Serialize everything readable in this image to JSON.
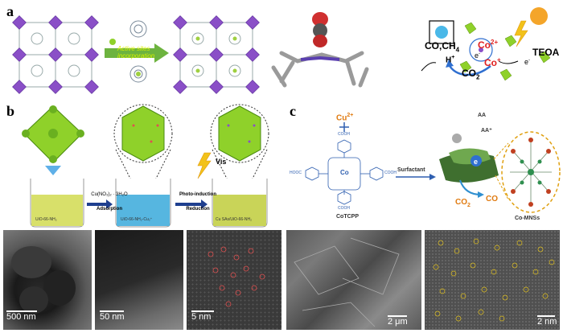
{
  "panel_labels": {
    "a": "a",
    "b": "b",
    "c": "c"
  },
  "panel_a": {
    "arrow_label_line1": "Active sites",
    "arrow_label_line2": "incorporation",
    "products": "CO,CH",
    "products_sub": "4",
    "h_plus": "H",
    "h_plus_sup": "+",
    "co2": "CO",
    "co2_sub": "2",
    "co2plus": "Co",
    "co2plus_sup": "2+",
    "coplus": "Co",
    "coplus_sup": "+",
    "electron": "e",
    "electron_sup": "-",
    "teoa": "TEOA"
  },
  "panel_b": {
    "step1_line1": "Cu(NO₃)₂ · 3H₂O",
    "step1_line2": "Adsorption",
    "step2_line1": "Photo-induction",
    "step2_line2": "Reduction",
    "vis": "Vis",
    "beaker1": "UiO-66-NH₂",
    "beaker2": "UiO-66-NH₂-Cu₂⁺",
    "beaker3": "Cu SAs/UiO-66-NH₂"
  },
  "panel_c": {
    "cu_ion": "Cu",
    "cu_sup": "2+",
    "cooh": "COOH",
    "hooc": "HOOC",
    "co_center": "Co",
    "surfactant": "Surfactant",
    "aa": "AA",
    "aa_plus": "AA⁺",
    "electron": "e",
    "co2": "CO",
    "co2_sub": "2",
    "co": "CO",
    "cotcpp": "CoTCPP",
    "comnss": "Co-MNSs"
  },
  "scalebars": {
    "s1": "500 nm",
    "s2": "50 nm",
    "s3": "5 nm",
    "s4": "2 μm",
    "s5": "2 nm"
  },
  "colors": {
    "arrow_green": "#6db33f",
    "active_text": "#d8f000",
    "co_red": "#e02020",
    "co_blue": "#1f4fa0",
    "cu_orange": "#e07a10",
    "node_purple": "#8a4fc7",
    "node_green": "#8fd12a",
    "beaker_yellow": "#d8e06a",
    "beaker_blue": "#56b6e0"
  }
}
